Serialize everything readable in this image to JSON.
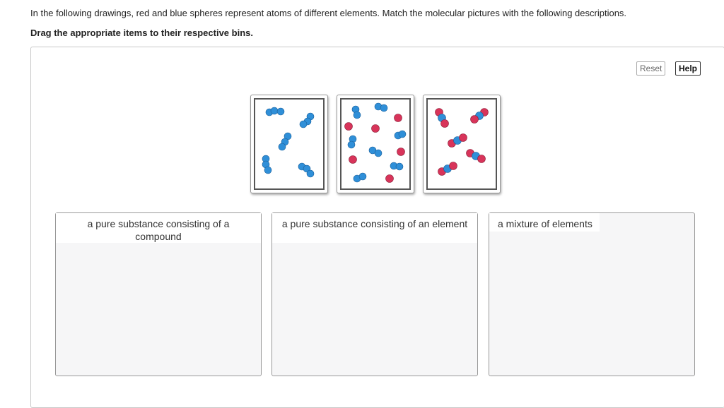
{
  "question": "In the following drawings, red and blue spheres represent atoms of different elements. Match the molecular pictures with the following descriptions.",
  "instruction": "Drag the appropriate items to their respective bins.",
  "buttons": {
    "reset": "Reset",
    "help": "Help"
  },
  "colors": {
    "blue_atom": "#2f8fd8",
    "red_atom": "#d8345a"
  },
  "cards": [
    {
      "name": "card-diatomic-blue-molecules",
      "icon": "molecule-picture"
    },
    {
      "name": "card-mixed-atoms-and-molecules",
      "icon": "molecule-picture"
    },
    {
      "name": "card-red-blue-compound-molecules",
      "icon": "molecule-picture"
    }
  ],
  "bins": [
    {
      "label": "a pure substance consisting of a compound"
    },
    {
      "label": "a pure substance consisting of an element"
    },
    {
      "label": "a mixture of elements"
    }
  ]
}
